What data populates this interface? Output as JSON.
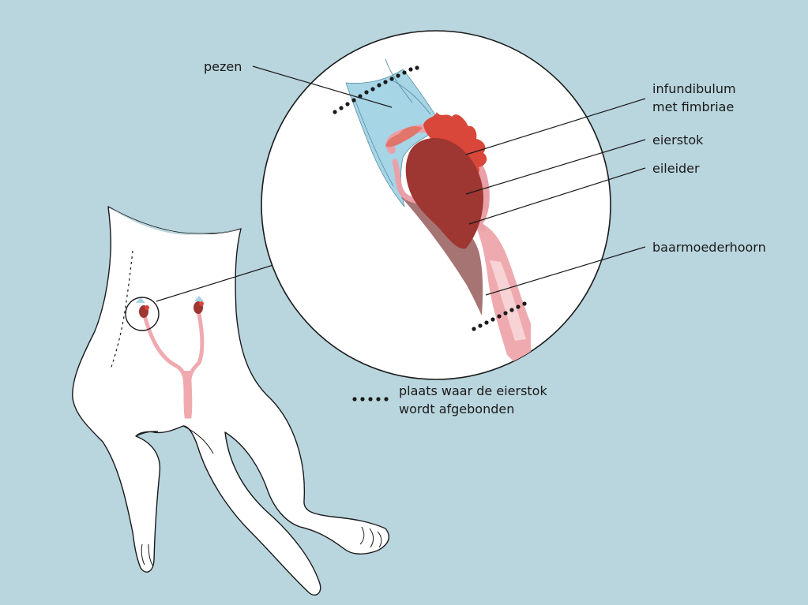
{
  "colors": {
    "background": "#b9d5de",
    "tendon": "#a6d5e6",
    "ovary": "#9e3632",
    "fimbriae": "#d9463a",
    "oviduct": "#eaa0a8",
    "uterus": "#efaab0",
    "uterus_light": "#f7d3d6",
    "outline": "#1a1a1a",
    "dog_body": "#ffffff"
  },
  "labels": {
    "pezen": "pezen",
    "infundibulum_line1": "infundibulum",
    "infundibulum_line2": "met fimbriae",
    "eierstok": "eierstok",
    "eileider": "eileider",
    "baarmoederhoorn": "baarmoederhoorn"
  },
  "legend": {
    "symbol": "dotted-line",
    "text_line1": "plaats waar de eierstok",
    "text_line2": "wordt afgebonden"
  }
}
